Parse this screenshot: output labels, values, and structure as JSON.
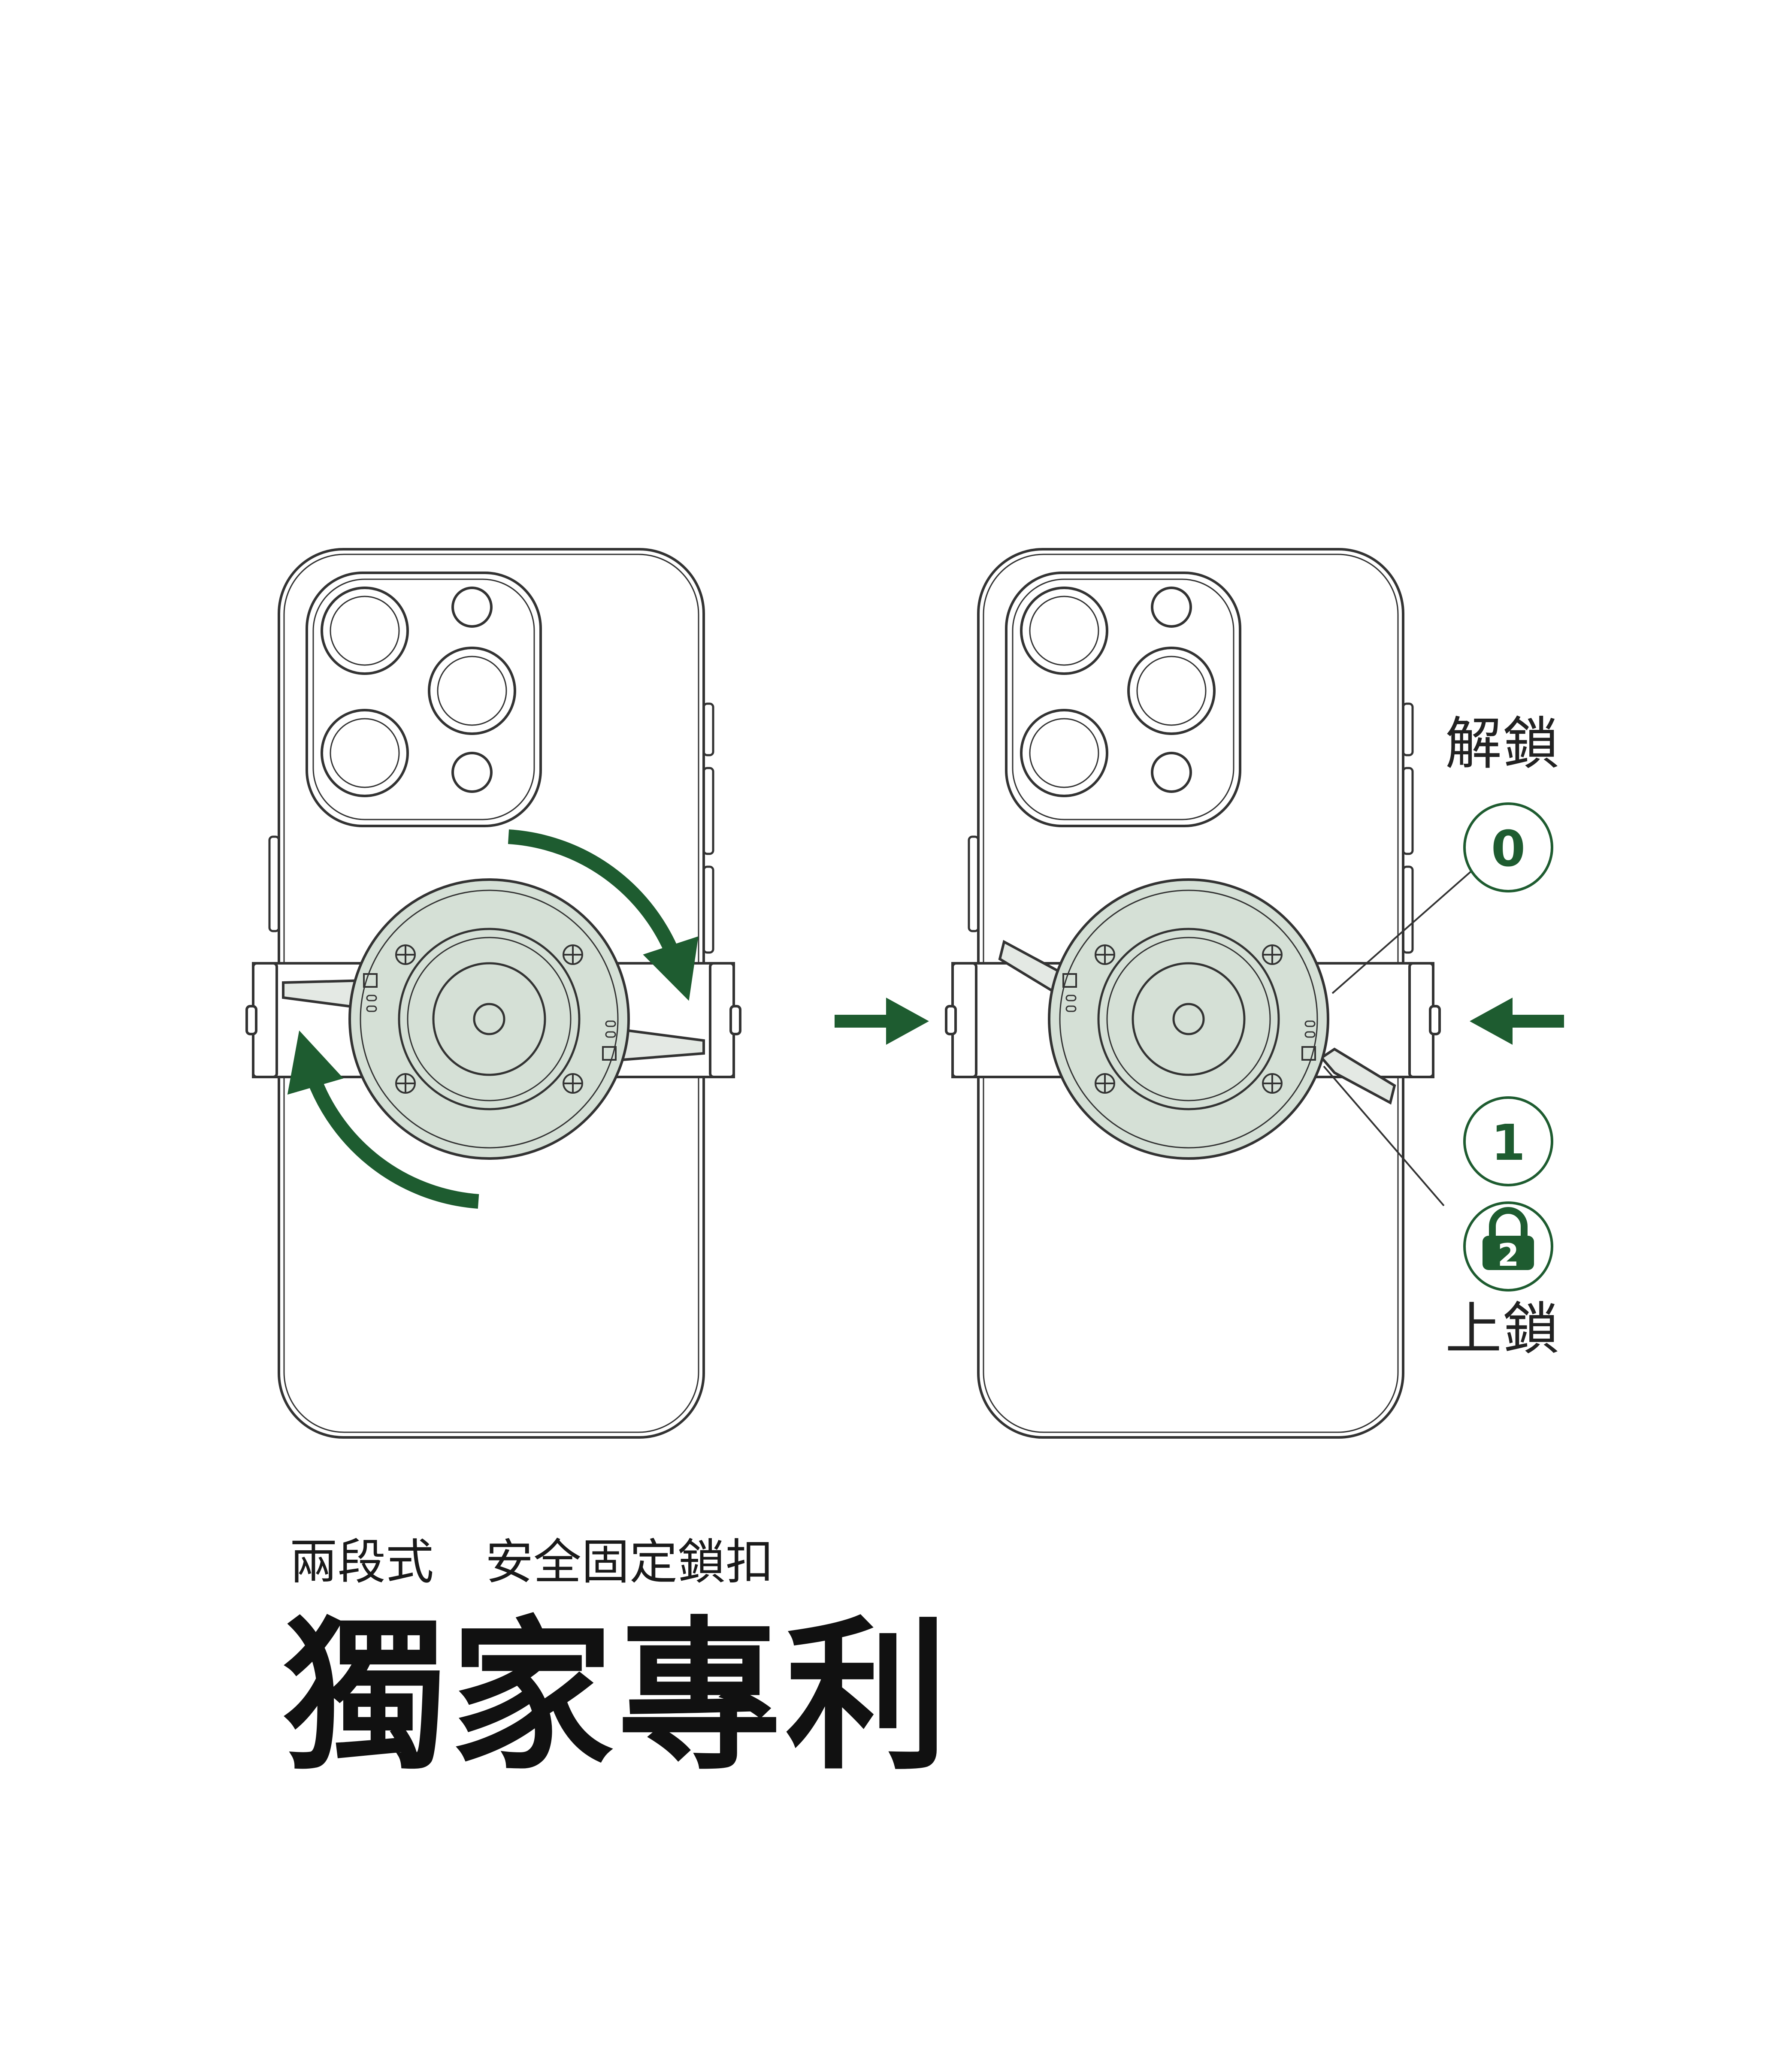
{
  "labels": {
    "unlock": "解鎖",
    "lock": "上鎖"
  },
  "steps": {
    "step0": "0",
    "step1": "1",
    "step2": "2"
  },
  "footer": {
    "subtitle_part1": "兩段式",
    "subtitle_part2": "安全固定鎖扣",
    "title": "獨家專利"
  },
  "colors": {
    "accent_green": "#1e5c30",
    "mount_fill": "#d5e0d6",
    "line": "#333333"
  },
  "icons": {
    "rotate": "rotate-arrows-icon",
    "push": "push-arrow-icon",
    "lock": "lock-icon"
  }
}
